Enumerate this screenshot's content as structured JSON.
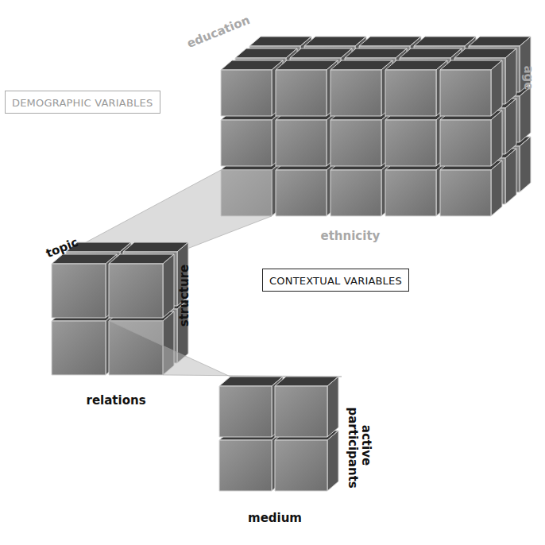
{
  "diagram": {
    "nodes": [
      {
        "text": [
          "DEMOGRAPHIC VARIABLES"
        ]
      },
      {
        "text": [
          "CONTEXTUAL VARIABLES"
        ]
      }
    ],
    "labels": [
      "education",
      "age",
      "ethnicity",
      "topic",
      "structure",
      "relations",
      "medium",
      "active participants"
    ]
  }
}
